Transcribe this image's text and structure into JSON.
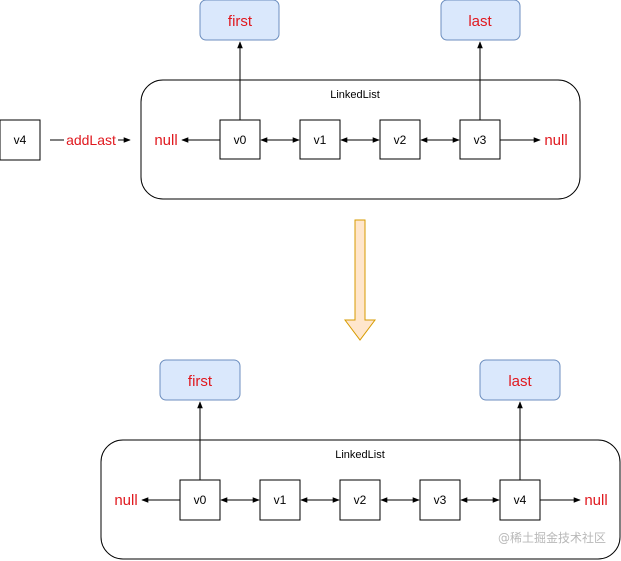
{
  "before": {
    "container_label": "LinkedList",
    "nodes": [
      "v0",
      "v1",
      "v2",
      "v3"
    ],
    "first_label": "first",
    "last_label": "last",
    "null_left": "null",
    "null_right": "null",
    "new_node": "v4",
    "operation_label": "addLast"
  },
  "after": {
    "container_label": "LinkedList",
    "nodes": [
      "v0",
      "v1",
      "v2",
      "v3",
      "v4"
    ],
    "first_label": "first",
    "last_label": "last",
    "null_left": "null",
    "null_right": "null"
  },
  "watermark": "@稀土掘金技术社区",
  "colors": {
    "pointer_box_fill": "#dae8fc",
    "pointer_box_stroke": "#6c8ebf",
    "null_text": "#e0191f",
    "transition_arrow_fill": "#ffe6cc",
    "transition_arrow_stroke": "#d79b00"
  }
}
